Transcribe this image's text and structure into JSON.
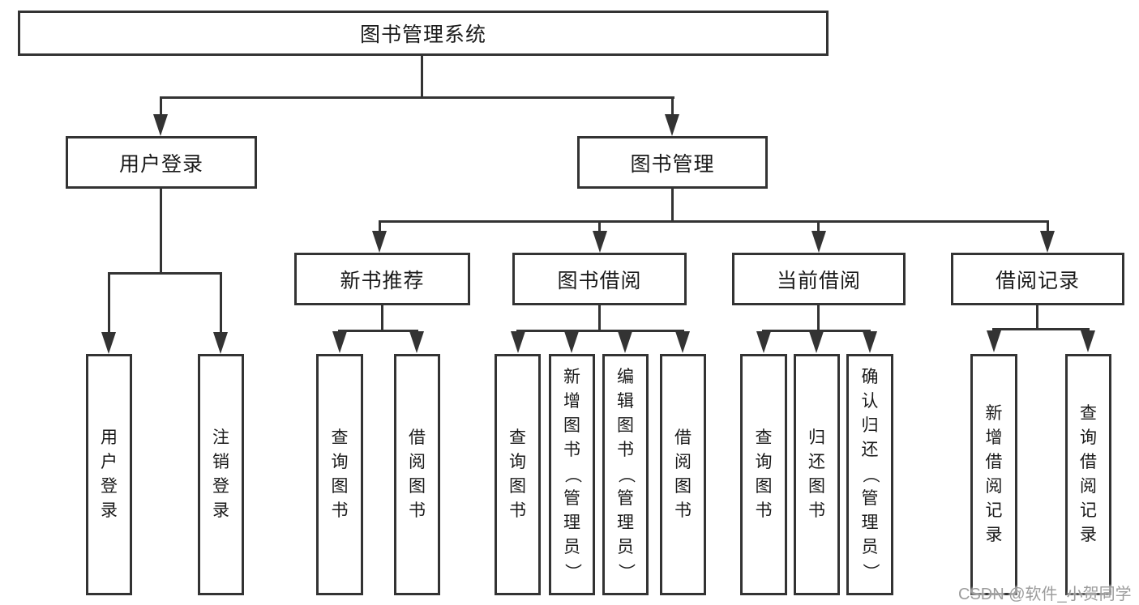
{
  "colors": {
    "line": "#333333",
    "text": "#1a1a1a",
    "watermark": "#9c9c9c",
    "background": "#ffffff"
  },
  "diagram": {
    "root": {
      "label": "图书管理系统"
    },
    "branches": [
      {
        "label": "用户登录",
        "children": [
          {
            "label": "用户登录"
          },
          {
            "label": "注销登录"
          }
        ]
      },
      {
        "label": "图书管理",
        "children": [
          {
            "label": "新书推荐",
            "children": [
              {
                "label": "查询图书"
              },
              {
                "label": "借阅图书"
              }
            ]
          },
          {
            "label": "图书借阅",
            "children": [
              {
                "label": "查询图书"
              },
              {
                "label": "新增图书（管理员）"
              },
              {
                "label": "编辑图书（管理员）"
              },
              {
                "label": "借阅图书"
              }
            ]
          },
          {
            "label": "当前借阅",
            "children": [
              {
                "label": "查询图书"
              },
              {
                "label": "归还图书"
              },
              {
                "label": "确认归还（管理员）"
              }
            ]
          },
          {
            "label": "借阅记录",
            "children": [
              {
                "label": "新增借阅记录"
              },
              {
                "label": "查询借阅记录"
              }
            ]
          }
        ]
      }
    ]
  },
  "watermark": {
    "text": "CSDN @软件_小贺同学"
  }
}
